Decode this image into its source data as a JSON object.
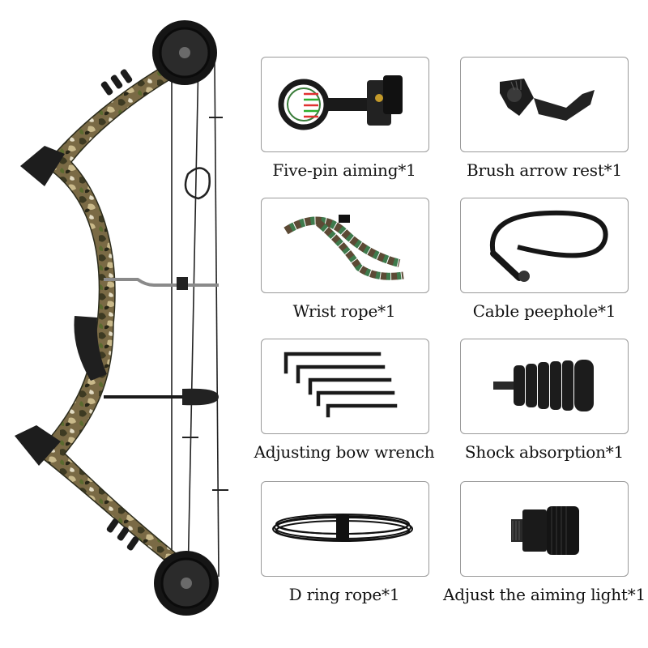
{
  "accessories": [
    {
      "label": "Five-pin aiming*1",
      "icon": "sight-icon"
    },
    {
      "label": "Brush arrow rest*1",
      "icon": "arrow-rest-icon"
    },
    {
      "label": "Wrist rope*1",
      "icon": "wrist-rope-icon"
    },
    {
      "label": "Cable peephole*1",
      "icon": "peep-sight-icon"
    },
    {
      "label": "Adjusting bow wrench",
      "icon": "hex-wrench-icon"
    },
    {
      "label": "Shock absorption*1",
      "icon": "stabilizer-icon"
    },
    {
      "label": "D ring rope*1",
      "icon": "d-loop-rope-icon"
    },
    {
      "label": "Adjust the aiming light*1",
      "icon": "sight-light-icon"
    }
  ]
}
